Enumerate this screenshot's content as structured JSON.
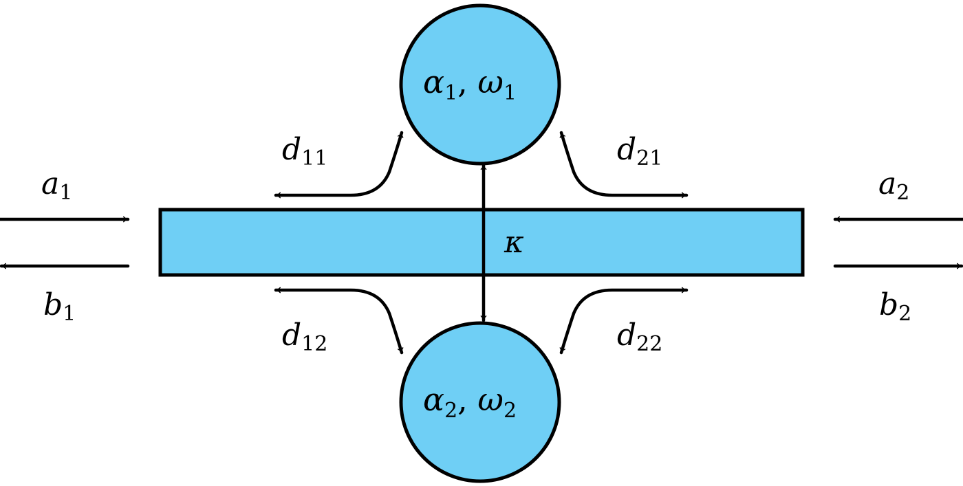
{
  "diagram": {
    "colors": {
      "fill": "#6fcff5",
      "stroke": "#000000",
      "background": "#ffffff"
    },
    "resonator_top": {
      "symbol": "α",
      "sub": "1",
      "sep": ", ",
      "symbol2": "ω",
      "sub2": "1"
    },
    "resonator_bottom": {
      "symbol": "α",
      "sub": "2",
      "sep": ", ",
      "symbol2": "ω",
      "sub2": "2"
    },
    "waveguide": {
      "coupling": "κ"
    },
    "ports": {
      "a1": {
        "base": "a",
        "sub": "1"
      },
      "b1": {
        "base": "b",
        "sub": "1"
      },
      "a2": {
        "base": "a",
        "sub": "2"
      },
      "b2": {
        "base": "b",
        "sub": "2"
      }
    },
    "couplings": {
      "d11": {
        "base": "d",
        "sub": "11"
      },
      "d21": {
        "base": "d",
        "sub": "21"
      },
      "d12": {
        "base": "d",
        "sub": "12"
      },
      "d22": {
        "base": "d",
        "sub": "22"
      }
    }
  }
}
